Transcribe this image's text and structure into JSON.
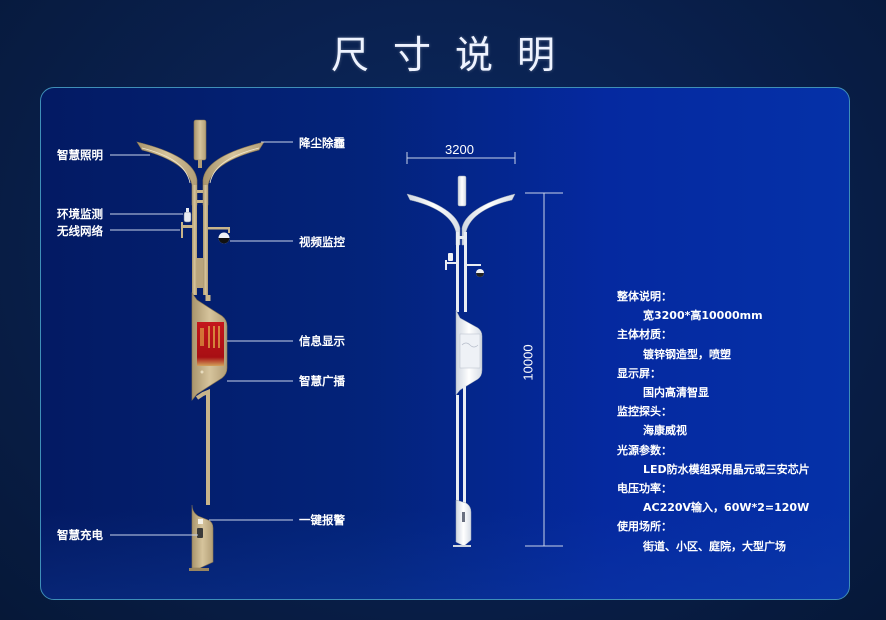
{
  "title": "尺寸说明",
  "colors": {
    "background": "#0a2150",
    "panel": "#03237a",
    "panel_border": "#3f8fb8",
    "pole_gold": "#c8b48a",
    "pole_white": "#e8ecf2",
    "screen_red": "#b3151a",
    "leader_line": "#c9d3ea"
  },
  "left_diagram": {
    "labels_left": [
      {
        "id": "lighting",
        "text": "智慧照明"
      },
      {
        "id": "environment",
        "text": "环境监测"
      },
      {
        "id": "wireless",
        "text": "无线网络"
      },
      {
        "id": "charging",
        "text": "智慧充电"
      }
    ],
    "labels_right": [
      {
        "id": "dust",
        "text": "降尘除霾"
      },
      {
        "id": "camera",
        "text": "视频监控"
      },
      {
        "id": "display",
        "text": "信息显示"
      },
      {
        "id": "broadcast",
        "text": "智慧广播"
      },
      {
        "id": "alarm",
        "text": "一键报警"
      }
    ]
  },
  "right_diagram": {
    "width_dimension": "3200",
    "height_dimension": "10000"
  },
  "specs": [
    {
      "heading": "整体说明：",
      "value": "宽3200*高10000mm"
    },
    {
      "heading": "主体材质：",
      "value": "镀锌钢造型，喷塑"
    },
    {
      "heading": "显示屏：",
      "value": "国内高清智显"
    },
    {
      "heading": "监控探头：",
      "value": "海康威视"
    },
    {
      "heading": "光源参数：",
      "value": "LED防水模组采用晶元或三安芯片"
    },
    {
      "heading": "电压功率：",
      "value": "AC220V输入，60W*2=120W"
    },
    {
      "heading": "使用场所：",
      "value": "街道、小区、庭院，大型广场"
    }
  ]
}
